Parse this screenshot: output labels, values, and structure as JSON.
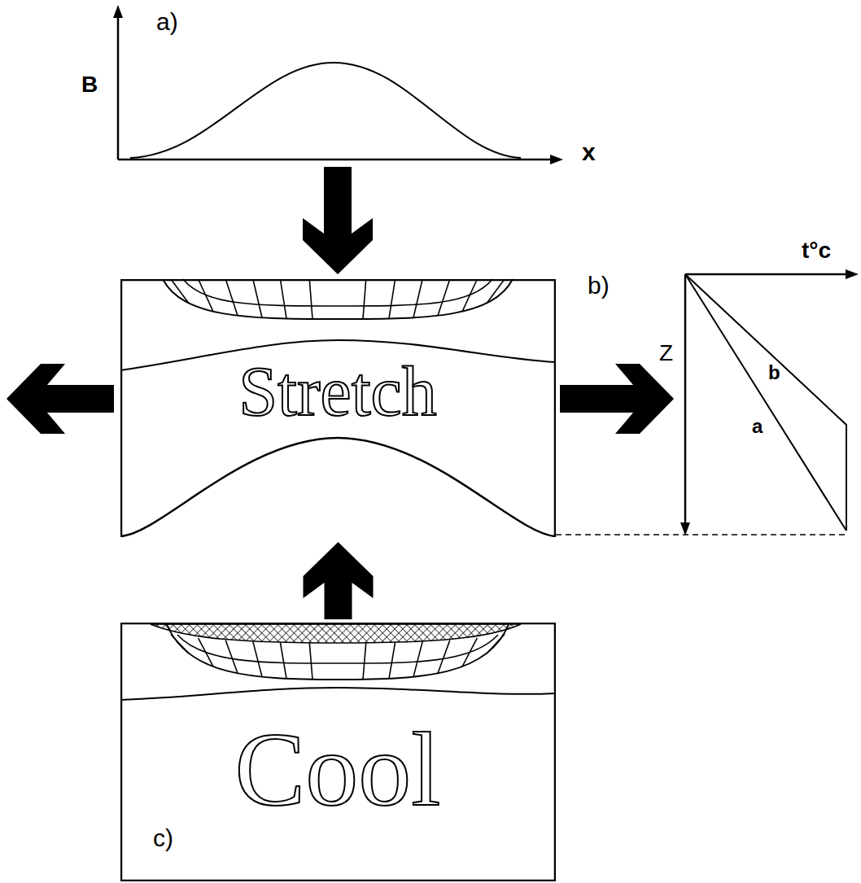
{
  "diagram": {
    "nodes": [
      {
        "text": [
          "Stretch"
        ]
      },
      {
        "text": [
          "Cool",
          "c)"
        ]
      }
    ],
    "edges": [
      {
        "from": 1,
        "to": 0,
        "arrow": "to"
      }
    ],
    "labels": [
      "a)",
      "B",
      "x",
      "b)",
      "t°c",
      "b",
      "Z",
      "a"
    ]
  }
}
